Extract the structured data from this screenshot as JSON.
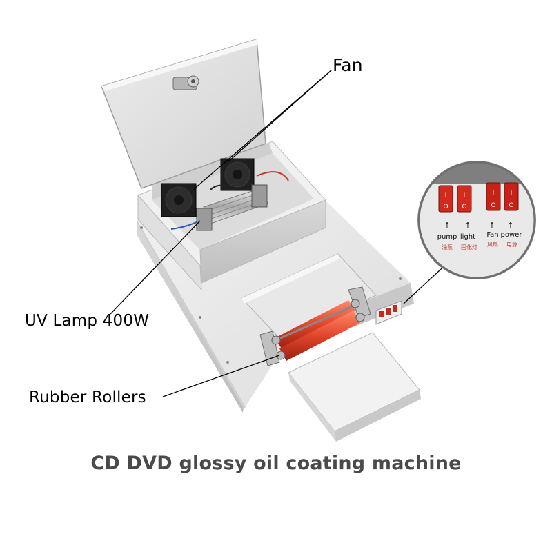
{
  "labels": {
    "fan": "Fan",
    "uv_lamp": "UV Lamp  400W",
    "rollers": "Rubber Rollers"
  },
  "caption": "CD DVD glossy oil coating machine",
  "control_panel": {
    "switches": [
      {
        "label_en": "pump",
        "label_cn": "油泵"
      },
      {
        "label_en": "light",
        "label_cn": "固化灯"
      },
      {
        "label_en": "Fan",
        "label_cn": "风扇"
      },
      {
        "label_en": "power",
        "label_cn": "电源"
      }
    ],
    "switch_on_mark": "I",
    "switch_off_mark": "O",
    "arrow": "↑"
  },
  "colors": {
    "body": "#e6e6e6",
    "switch_red": "#d42a1e",
    "roller_red": "#e2452c",
    "caption": "#4a4a4a"
  }
}
